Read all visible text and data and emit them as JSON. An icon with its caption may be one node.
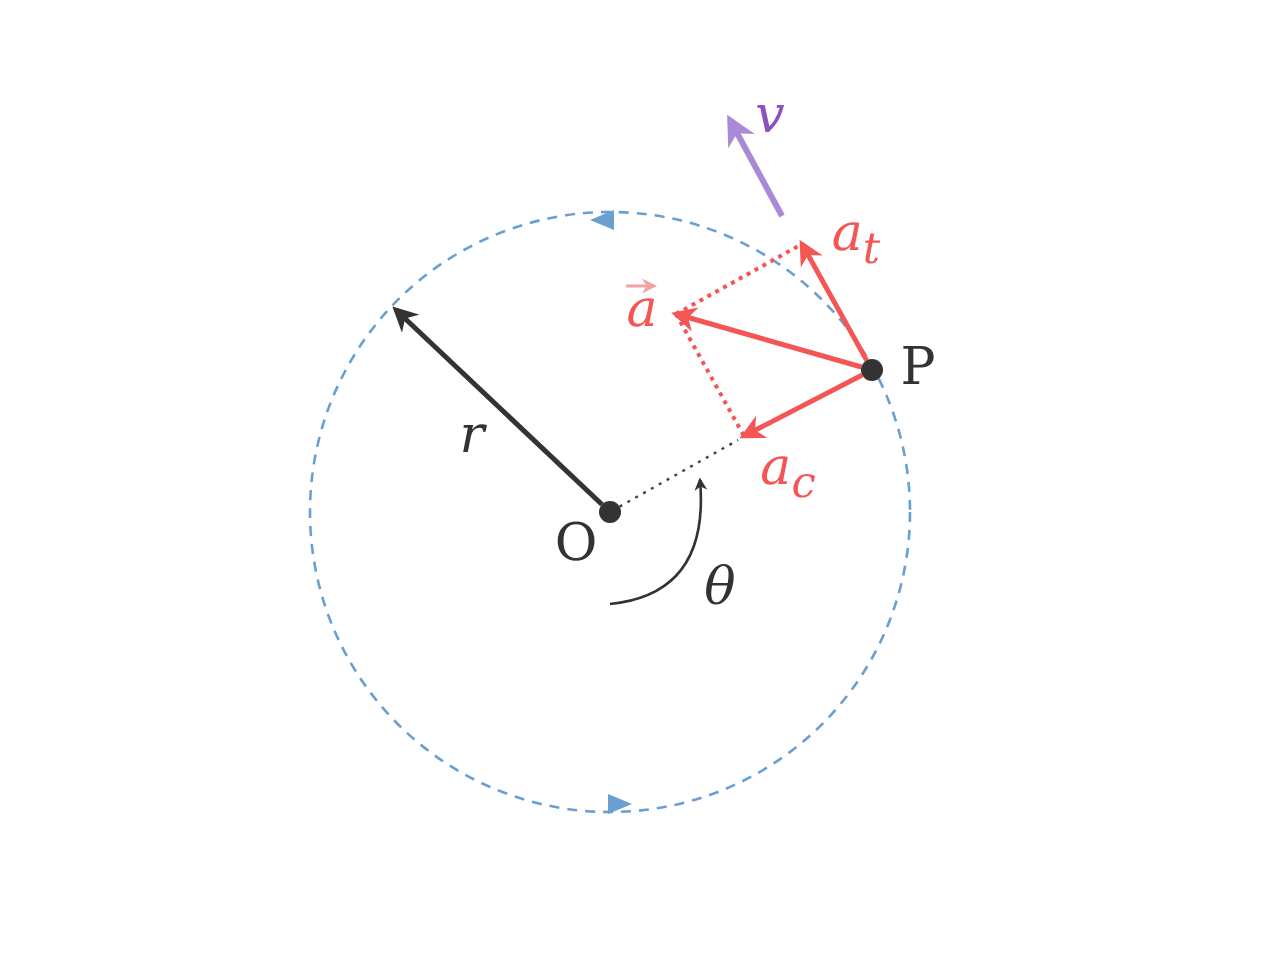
{
  "diagram": {
    "nodes": [
      {
        "text": [],
        "shape": "circle",
        "beside": [
          "O"
        ]
      },
      {
        "text": [],
        "shape": "circle",
        "beside": [
          "P"
        ]
      }
    ],
    "edges": [
      {
        "from": 0,
        "to": null,
        "arrow": "to",
        "label": "r",
        "color": "#333333"
      },
      {
        "from": 1,
        "to": null,
        "arrow": "to",
        "label": "a"
      },
      {
        "from": 1,
        "to": null,
        "arrow": "to",
        "label": "a$_{t}$"
      },
      {
        "from": 1,
        "to": null,
        "arrow": "to",
        "label": "a$_{c}$"
      },
      {
        "from": 0,
        "to": null,
        "arrow": "none",
        "style": "dashed",
        "color": "#444444"
      }
    ],
    "labels": [
      "v",
      "θ"
    ]
  }
}
